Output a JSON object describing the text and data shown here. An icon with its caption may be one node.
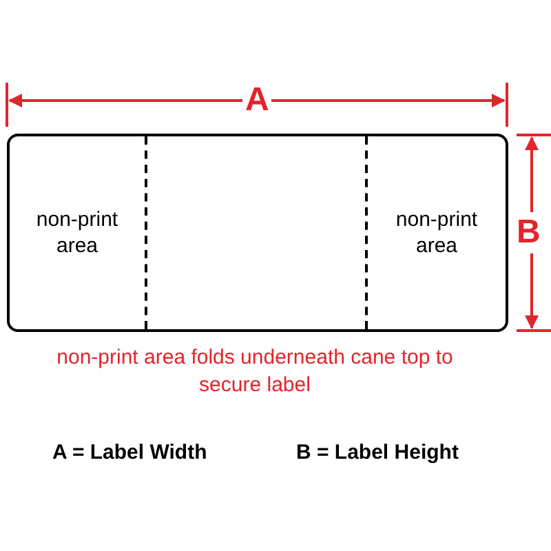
{
  "diagram": {
    "nodes": [
      {
        "text": [],
        "shape": "box"
      },
      {
        "text": [
          "non-print area"
        ],
        "in": 0
      },
      {
        "text": [
          "non-print area"
        ],
        "in": 0
      }
    ],
    "labels": [
      "A",
      "B",
      "non-print area folds underneath cane top to secure label",
      "A = Label Width",
      "B = Label Height"
    ]
  }
}
